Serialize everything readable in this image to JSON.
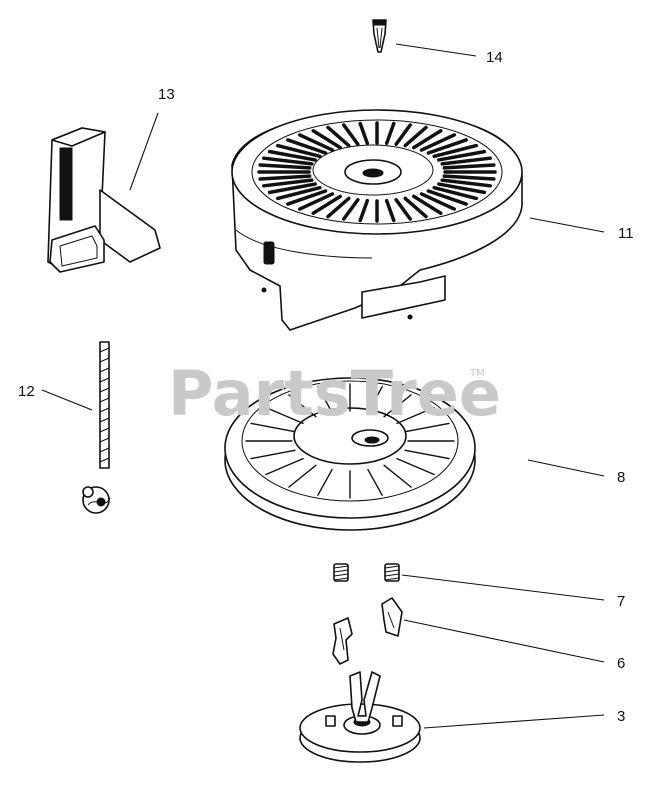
{
  "watermark": {
    "text": "PartsTree",
    "trademark": "TM"
  },
  "labels": {
    "part_14": "14",
    "part_13": "13",
    "part_11": "11",
    "part_12": "12",
    "part_8": "8",
    "part_7": "7",
    "part_6": "6",
    "part_3": "3"
  }
}
